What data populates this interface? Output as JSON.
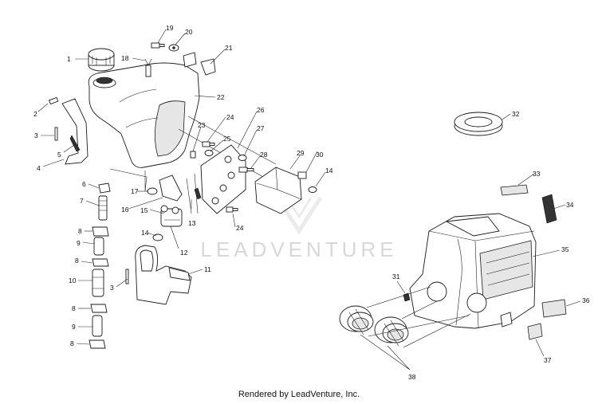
{
  "watermark": "LEADVENTURE",
  "footer": "Rendered by LeadVenture, Inc.",
  "callouts": [
    "1",
    "2",
    "3",
    "4",
    "5",
    "6",
    "7",
    "8",
    "9",
    "8",
    "10",
    "8",
    "9",
    "8",
    "19",
    "20",
    "18",
    "21",
    "22",
    "23",
    "24",
    "25",
    "26",
    "27",
    "28",
    "29",
    "30",
    "14",
    "17",
    "16",
    "15",
    "13",
    "14",
    "12",
    "24",
    "3",
    "11",
    "32",
    "33",
    "34",
    "35",
    "31",
    "36",
    "37",
    "38"
  ]
}
